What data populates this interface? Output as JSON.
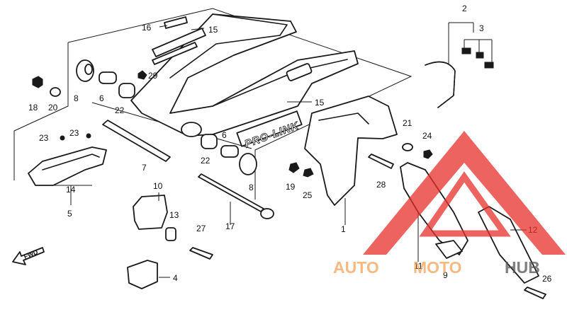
{
  "diagram": {
    "labels": {
      "l1": "1",
      "l2": "2",
      "l3": "3",
      "l4": "4",
      "l5": "5",
      "l6a": "6",
      "l6b": "6",
      "l7": "7",
      "l8a": "8",
      "l8b": "8",
      "l9": "9",
      "l10": "10",
      "l11": "11",
      "l12": "12",
      "l13": "13",
      "l14": "14",
      "l15a": "15",
      "l15b": "15",
      "l16": "16",
      "l17": "17",
      "l18": "18",
      "l19": "19",
      "l20": "20",
      "l21": "21",
      "l22a": "22",
      "l22b": "22",
      "l23a": "23",
      "l23b": "23",
      "l24": "24",
      "l25": "25",
      "l26": "26",
      "l27": "27",
      "l28": "28",
      "l29": "29"
    },
    "arm_text": "PRO-LINK",
    "fwd_text": "FWD",
    "watermark": {
      "part1": "AUTO",
      "part2": "MOTO",
      "part3": "HUB",
      "color": "#e8302a",
      "accent": "#f4a259"
    }
  }
}
